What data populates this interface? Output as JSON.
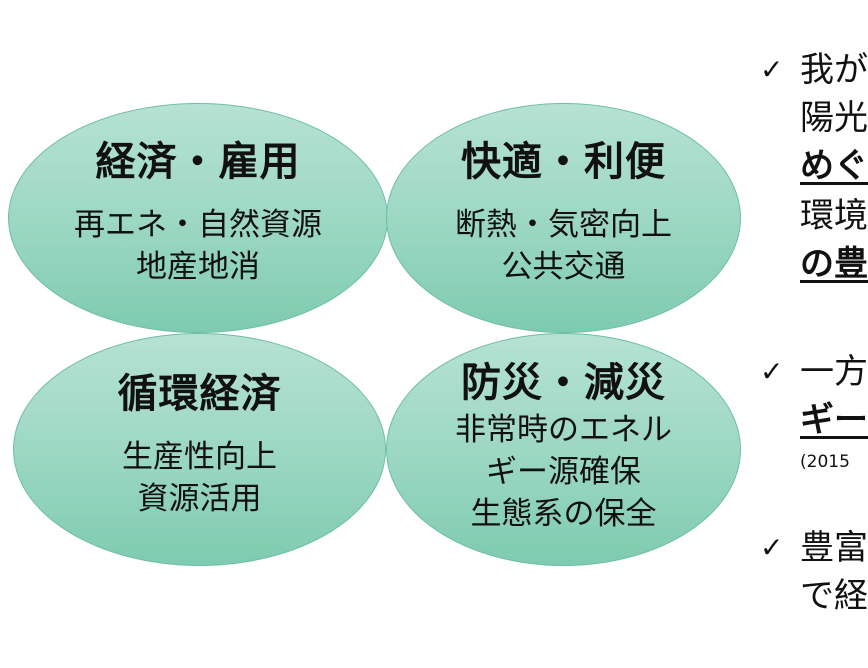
{
  "circles": [
    {
      "title": "経済・雇用",
      "lines": [
        "再エネ・自然資源",
        "地産地消"
      ]
    },
    {
      "title": "快適・利便",
      "lines": [
        "断熱・気密向上",
        "公共交通"
      ]
    },
    {
      "title": "循環経済",
      "lines": [
        "生産性向上",
        "資源活用"
      ]
    },
    {
      "title": "防災・減災",
      "lines": [
        "非常時のエネル",
        "ギー源確保",
        "生態系の保全"
      ]
    }
  ],
  "bullets": {
    "check_icon": "✓",
    "b1": [
      "我が",
      "陽光",
      "めぐ",
      "環境",
      "の豊"
    ],
    "b2": [
      "一方",
      "ギー",
      "(2015"
    ],
    "b3": [
      "豊富",
      "で経"
    ]
  }
}
